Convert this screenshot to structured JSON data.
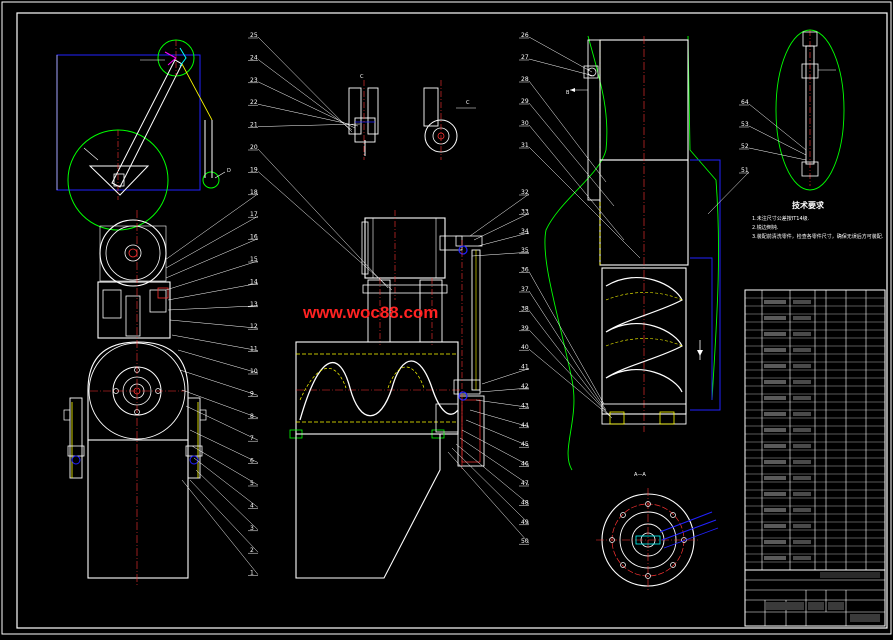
{
  "watermark": "www.woc88.com",
  "balloons_left": [
    "25",
    "24",
    "23",
    "22",
    "21",
    "20",
    "19",
    "18",
    "17",
    "16",
    "15",
    "14",
    "13",
    "12",
    "11",
    "10",
    "9",
    "8",
    "7",
    "6",
    "5",
    "4",
    "3",
    "2",
    "1"
  ],
  "balloons_mid": [
    "32",
    "33",
    "34",
    "35",
    "36",
    "37",
    "38",
    "39",
    "40",
    "41",
    "42",
    "43",
    "44",
    "45",
    "46",
    "47",
    "48",
    "49",
    "50"
  ],
  "balloons_top_right": [
    "26",
    "27",
    "28",
    "29",
    "30",
    "31"
  ],
  "balloons_far_right": [
    "64",
    "53",
    "52",
    "51"
  ],
  "tech_requirements": {
    "title": "技术要求",
    "lines": [
      "1.未注尺寸公差按IT14级.",
      "2.锐边倒钝.",
      "3.装配前清洗零件，检查各零件尺寸，确保无误后方可装配."
    ]
  },
  "view_labels": {
    "section_a": "A—A",
    "view_b": "B",
    "view_c": "C",
    "view_d": "D"
  },
  "colors": {
    "background": "#000000",
    "frame": "#ffffff",
    "outline": "#ffffff",
    "leader": "#ffffff",
    "hidden": "#ffff00",
    "center": "#ff3333",
    "dimension": "#2222ff",
    "section": "#00ff00",
    "accent_cyan": "#00ffff",
    "accent_magenta": "#ff00ff",
    "watermark": "#ff2222"
  }
}
